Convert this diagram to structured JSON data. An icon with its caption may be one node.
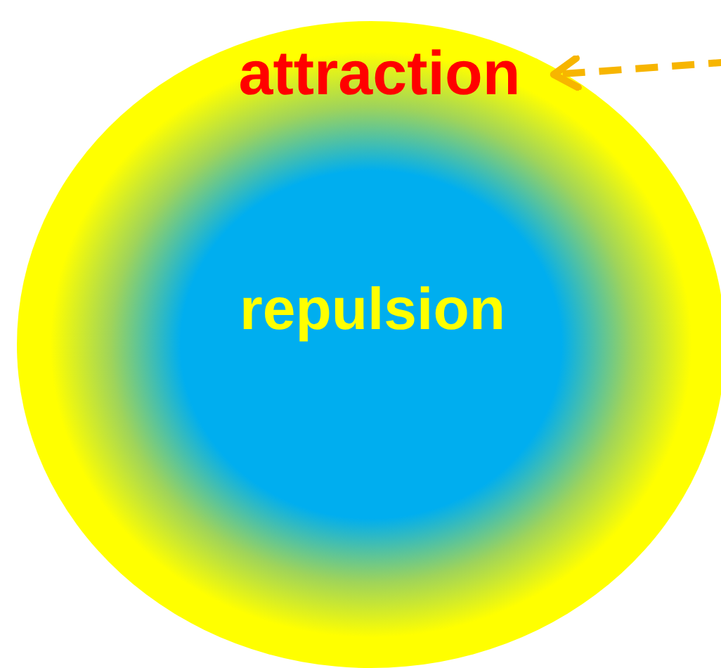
{
  "diagram": {
    "nodes": [
      {
        "text": [],
        "shape": "circle"
      },
      {
        "text": [
          "attraction"
        ],
        "in": 0
      },
      {
        "text": [
          "repulsion"
        ],
        "in": 0
      }
    ],
    "edges": [
      {
        "from": null,
        "to": 1,
        "arrow": "to",
        "style": "dashed",
        "color": "#f7b500"
      }
    ]
  }
}
